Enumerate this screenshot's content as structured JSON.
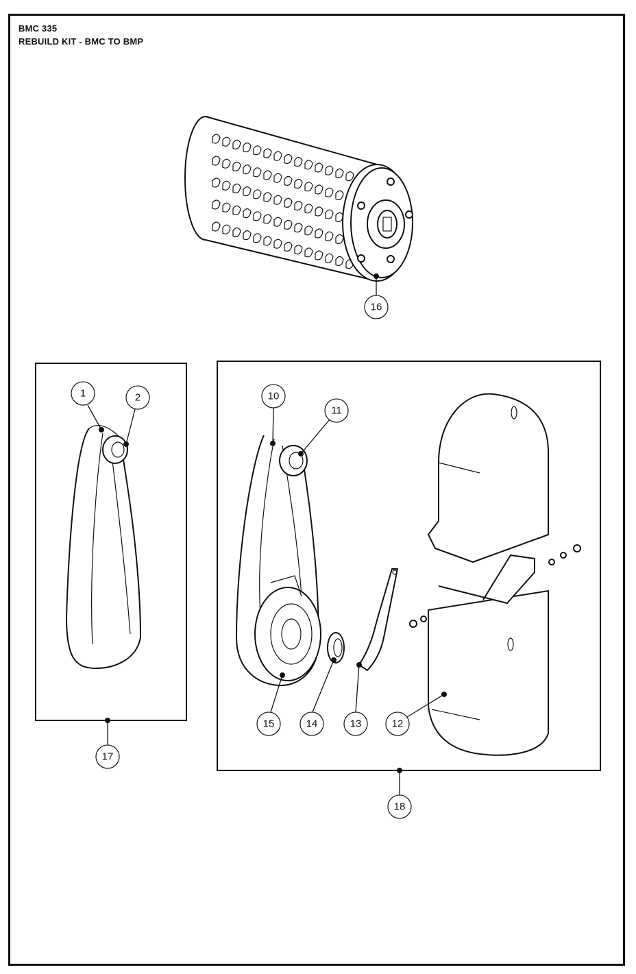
{
  "header": {
    "model": "BMC 335",
    "title": "REBUILD KIT - BMC TO BMP"
  },
  "callouts": [
    "1",
    "2",
    "10",
    "11",
    "12",
    "13",
    "14",
    "15",
    "16",
    "17",
    "18"
  ]
}
